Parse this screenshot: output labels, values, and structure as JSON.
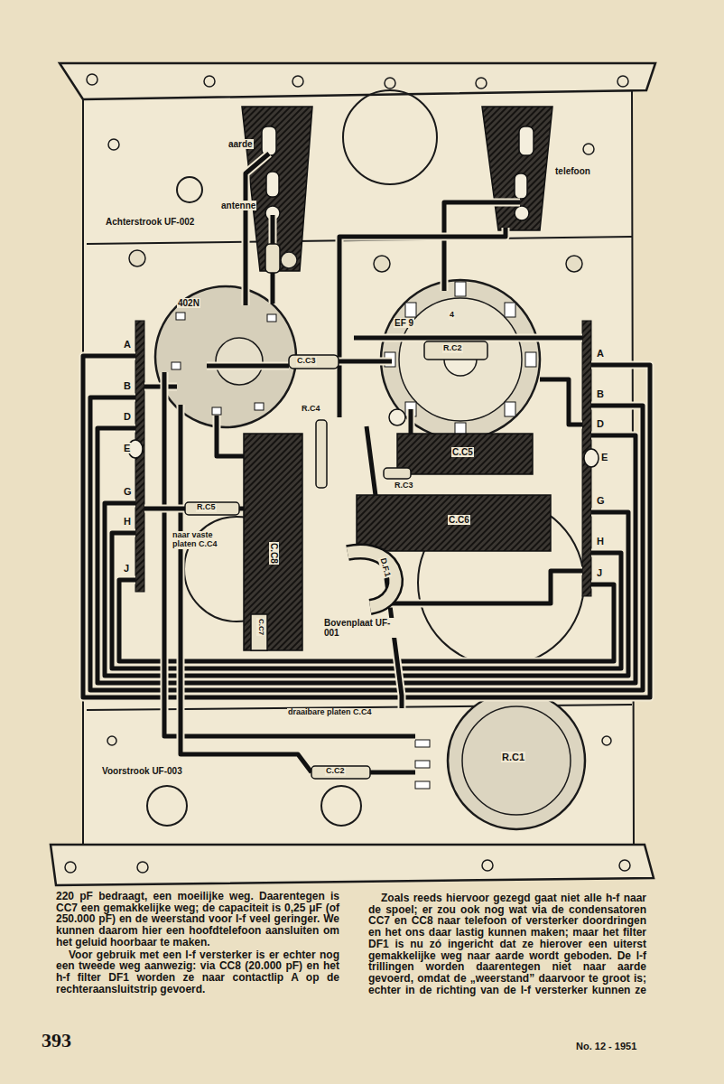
{
  "diagram": {
    "labels": [
      "aarde",
      "antenne",
      "telefoon",
      "Achterstrook UF-002",
      "402N",
      "EF 9",
      "4",
      "R.C2",
      "C.C3",
      "R.C4",
      "C.C5",
      "R.C3",
      "C.C6",
      "R.C5",
      "naar vaste platen C.C4",
      "C.C8",
      "D.F.1",
      "C.C7",
      "Bovenplaat UF-001",
      "draaibare platen C.C4",
      "Voorstrook UF-003",
      "C.C2",
      "R.C1",
      "A",
      "B",
      "D",
      "E",
      "G",
      "H",
      "J",
      "A",
      "B",
      "D",
      "E",
      "G",
      "H",
      "J",
      "220 pF bedraagt, een moeilijke weg. Daarentegen is CC7 een gemakkelijke weg; de capaciteit is 0,25 μF (of 250.000 pF) en de weerstand voor l-f veel geringer. We kunnen daarom hier een hoofdtelefoon aansluiten om het geluid hoorbaar te maken.",
      "Voor gebruik met een l-f versterker is er echter nog een tweede weg aanwezig: via CC8 (20.000 pF) en het h-f filter DF1 worden ze naar contactlip A op de rechteraansluitstrip gevoerd.",
      "Zoals reeds hiervoor gezegd gaat niet alle h-f naar de spoel; er zou ook nog wat via de condensatoren CC7 en CC8 naar telefoon of versterker doordringen en het ons daar lastig kunnen maken; maar het filter DF1 is nu zó ingericht dat ze hierover een uiterst gemakkelijke weg naar aarde wordt geboden. De l-f trillingen worden daarentegen niet naar aarde gevoerd, omdat de „weerstand” daarvoor te groot is; echter in de richting van de l-f versterker kunnen ze",
      "393",
      "No. 12 - 1951"
    ]
  }
}
